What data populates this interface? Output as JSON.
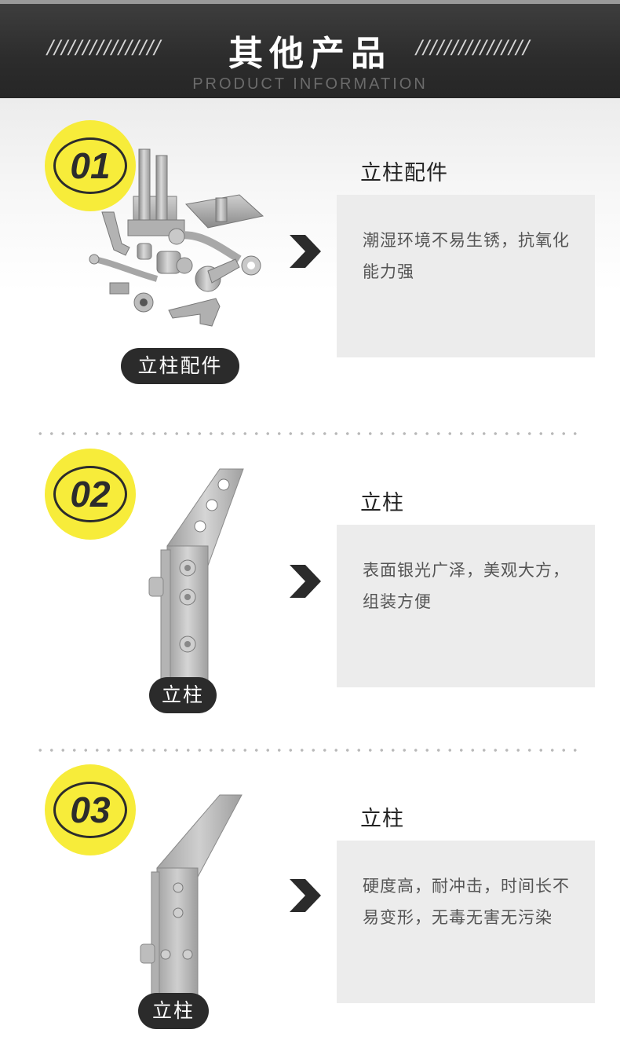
{
  "header": {
    "title": "其他产品",
    "subtitle": "PRODUCT INFORMATION",
    "slashes_left": "////////////////",
    "slashes_right": "////////////////"
  },
  "products": [
    {
      "number": "01",
      "label": "立柱配件",
      "title": "立柱配件",
      "description": "潮湿环境不易生锈，抗氧化能力强"
    },
    {
      "number": "02",
      "label": "立柱",
      "title": "立柱",
      "description": "表面银光广泽，美观大方，组装方便"
    },
    {
      "number": "03",
      "label": "立柱",
      "title": "立柱",
      "description": "硬度高，耐冲击，时间长不易变形，无毒无害无污染"
    }
  ],
  "colors": {
    "badge": "#f7ec3a",
    "header_bg": "#2c2c2c",
    "pill_bg": "#2b2b2b",
    "desc_bg": "#ececec"
  }
}
